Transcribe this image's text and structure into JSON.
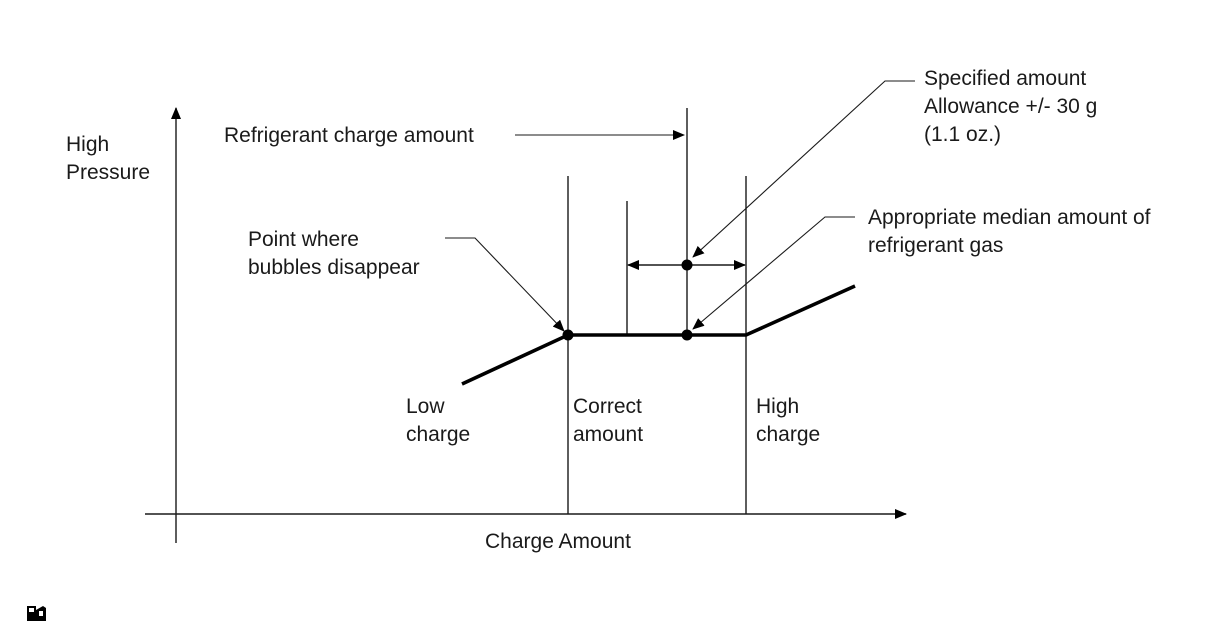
{
  "axes": {
    "y_label_line1": "High",
    "y_label_line2": "Pressure",
    "x_label": "Charge Amount"
  },
  "labels": {
    "refrigerant_charge_amount": "Refrigerant charge amount",
    "specified_line1": "Specified amount",
    "specified_line2": "Allowance +/- 30 g",
    "specified_line3": "(1.1 oz.)",
    "median_line1": "Appropriate median amount of",
    "median_line2": "refrigerant gas",
    "bubbles_line1": "Point where",
    "bubbles_line2": "bubbles disappear",
    "low_line1": "Low",
    "low_line2": "charge",
    "correct_line1": "Correct",
    "correct_line2": "amount",
    "high_line1": "High",
    "high_line2": "charge"
  },
  "icons": {
    "corner_mark": "bookmark-icon"
  }
}
